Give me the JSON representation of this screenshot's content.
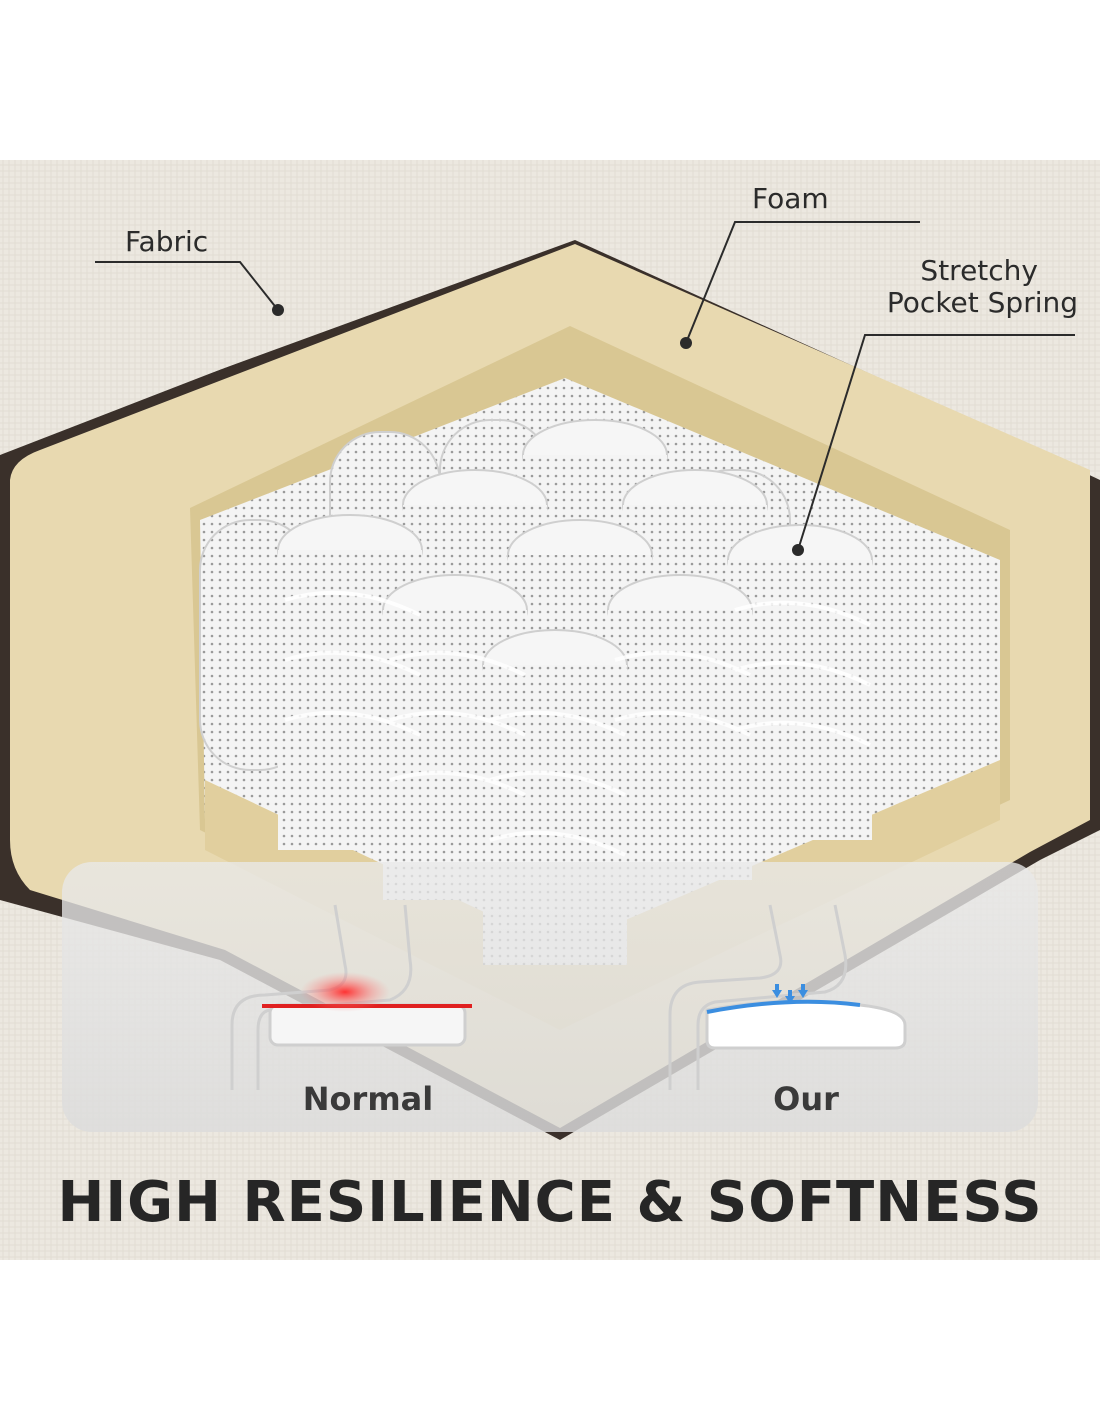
{
  "callouts": {
    "fabric": "Fabric",
    "foam": "Foam",
    "spring_line1": "Stretchy",
    "spring_line2": "Pocket Spring"
  },
  "comparison": {
    "normal_label": "Normal",
    "our_label": "Our"
  },
  "headline": "HIGH RESILIENCE & SOFTNESS",
  "colors": {
    "fabric": "#ebe7df",
    "foam": "#e8d9b0",
    "spring": "#f2f2f2",
    "edge": "#3a302a",
    "pressure_red": "#e02020",
    "support_blue": "#3b8ee0"
  }
}
